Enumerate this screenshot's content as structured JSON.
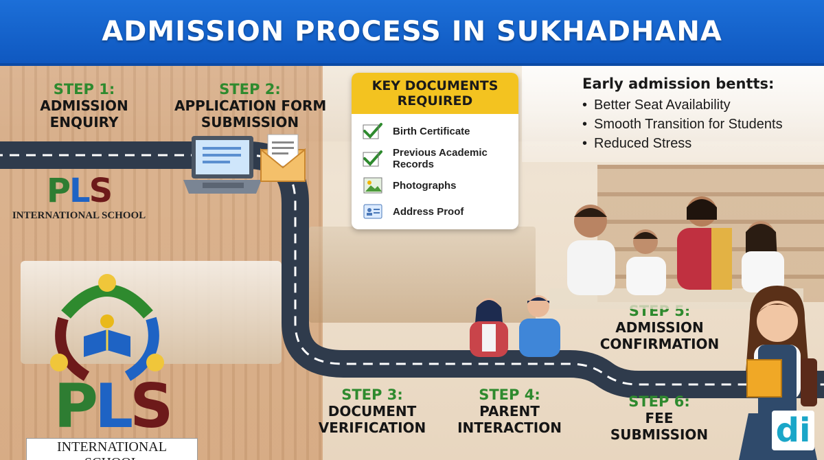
{
  "title": "ADMISSION PROCESS IN SUKHADHANA",
  "steps": [
    {
      "label": "STEP 1:",
      "line1": "ADMISSION",
      "line2": "ENQUIRY"
    },
    {
      "label": "STEP 2:",
      "line1": "APPLICATION FORM",
      "line2": "SUBMISSION"
    },
    {
      "label": "STEP 3:",
      "line1": "DOCUMENT",
      "line2": "VERIFICATION"
    },
    {
      "label": "STEP 4:",
      "line1": "PARENT",
      "line2": "INTERACTION"
    },
    {
      "label": "STEP 5:",
      "line1": "ADMISSION",
      "line2": "CONFIRMATION"
    },
    {
      "label": "STEP 6:",
      "line1": "FEE",
      "line2": "SUBMISSION"
    }
  ],
  "documents": {
    "heading_line1": "KEY DOCUMENTS",
    "heading_line2": "REQUIRED",
    "items": [
      {
        "line1": "Birth Certificate",
        "line2": "",
        "icon": "check-icon"
      },
      {
        "line1": "Previous Academic",
        "line2": "Records",
        "icon": "check-icon"
      },
      {
        "line1": "Photographs",
        "line2": "",
        "icon": "photo-icon"
      },
      {
        "line1": "Address Proof",
        "line2": "",
        "icon": "id-card-icon"
      }
    ]
  },
  "benefits": {
    "title": "Early admission bentts:",
    "items": [
      "Better Seat Availability",
      "Smooth Transition for Students",
      "Reduced Stress"
    ]
  },
  "logos": {
    "wall_letters": [
      "P",
      "L",
      "S"
    ],
    "wall_subtitle": "INTERNATIONAL SCHOOL",
    "big_letters": [
      "P",
      "L",
      "S"
    ],
    "big_subtitle": "INTERNATIONAL SCHOOL",
    "corner_brand": "di"
  },
  "colors": {
    "banner": "#1565d0",
    "step_label": "#2e8a2e",
    "road": "#2f3b4c",
    "doc_header": "#f3c320",
    "check": "#2e8a2e",
    "logo_p": "#2e7d32",
    "logo_l": "#1e63c4",
    "logo_s": "#6d1a1a"
  }
}
